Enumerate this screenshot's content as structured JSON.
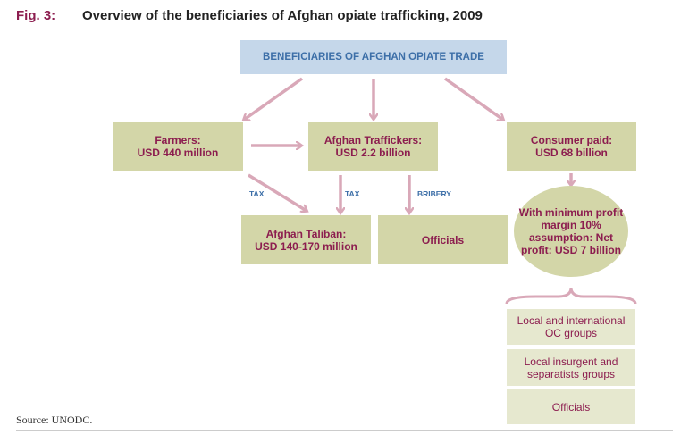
{
  "figure": {
    "label": "Fig. 3:",
    "title": "Overview of the beneficiaries of Afghan opiate trafficking, 2009"
  },
  "header": {
    "text": "BENEFICIARIES OF AFGHAN OPIATE TRADE"
  },
  "nodes": {
    "farmers": "Farmers:\nUSD 440 million",
    "traffickers": "Afghan Traffickers:\nUSD 2.2 billion",
    "consumer": "Consumer paid:\nUSD 68 billion",
    "taliban": "Afghan Taliban:\nUSD 140-170 million",
    "officials": "Officials",
    "profit": "With minimum\nprofit margin\n10% assumption:\nNet profit:\nUSD 7 billion"
  },
  "edge_labels": {
    "tax1": "TAX",
    "tax2": "TAX",
    "bribery": "BRIBERY"
  },
  "groups": [
    "Local and international\nOC groups",
    "Local insurgent and\nseparatists groups",
    "Officials"
  ],
  "source": "Source: UNODC.",
  "colors": {
    "accent": "#8c1d4f",
    "header_fill": "#c5d7ea",
    "box_fill": "#d3d6a8",
    "pale_fill": "#e6e8cf",
    "arrow": "#d9a8b8",
    "edge_label": "#3d6fa8"
  }
}
